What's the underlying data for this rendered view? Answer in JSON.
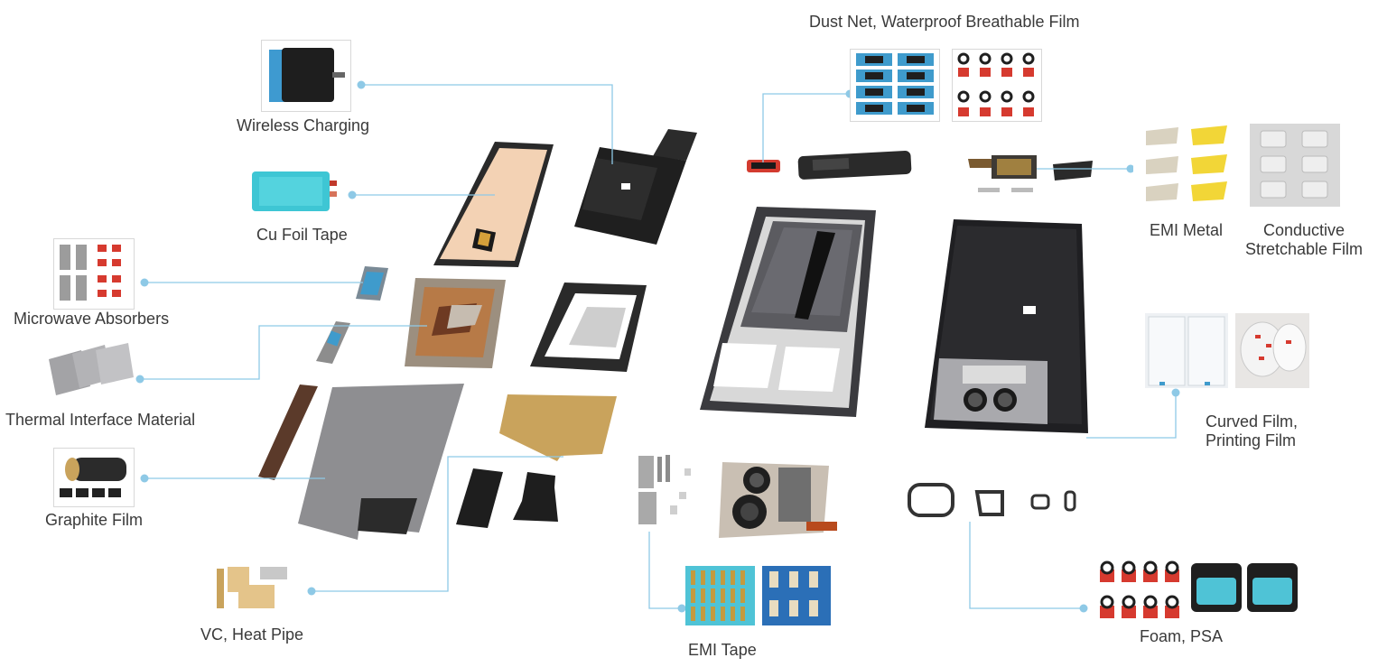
{
  "diagram": {
    "accent_line_color": "#8ec9e6",
    "labels": {
      "dust_net": "Dust Net, Waterproof Breathable Film",
      "wireless_charging": "Wireless Charging",
      "cu_foil_tape": "Cu Foil Tape",
      "microwave_absorbers": "Microwave Absorbers",
      "thermal_interface_material": "Thermal Interface Material",
      "graphite_film": "Graphite Film",
      "vc_heat_pipe": "VC, Heat Pipe",
      "emi_tape": "EMI Tape",
      "emi_metal": "EMI Metal",
      "conductive_stretchable_film_line1": "Conductive",
      "conductive_stretchable_film_line2": "Stretchable Film",
      "curved_film_line1": "Curved Film,",
      "curved_film_line2": "Printing Film",
      "foam_psa": "Foam, PSA"
    }
  }
}
